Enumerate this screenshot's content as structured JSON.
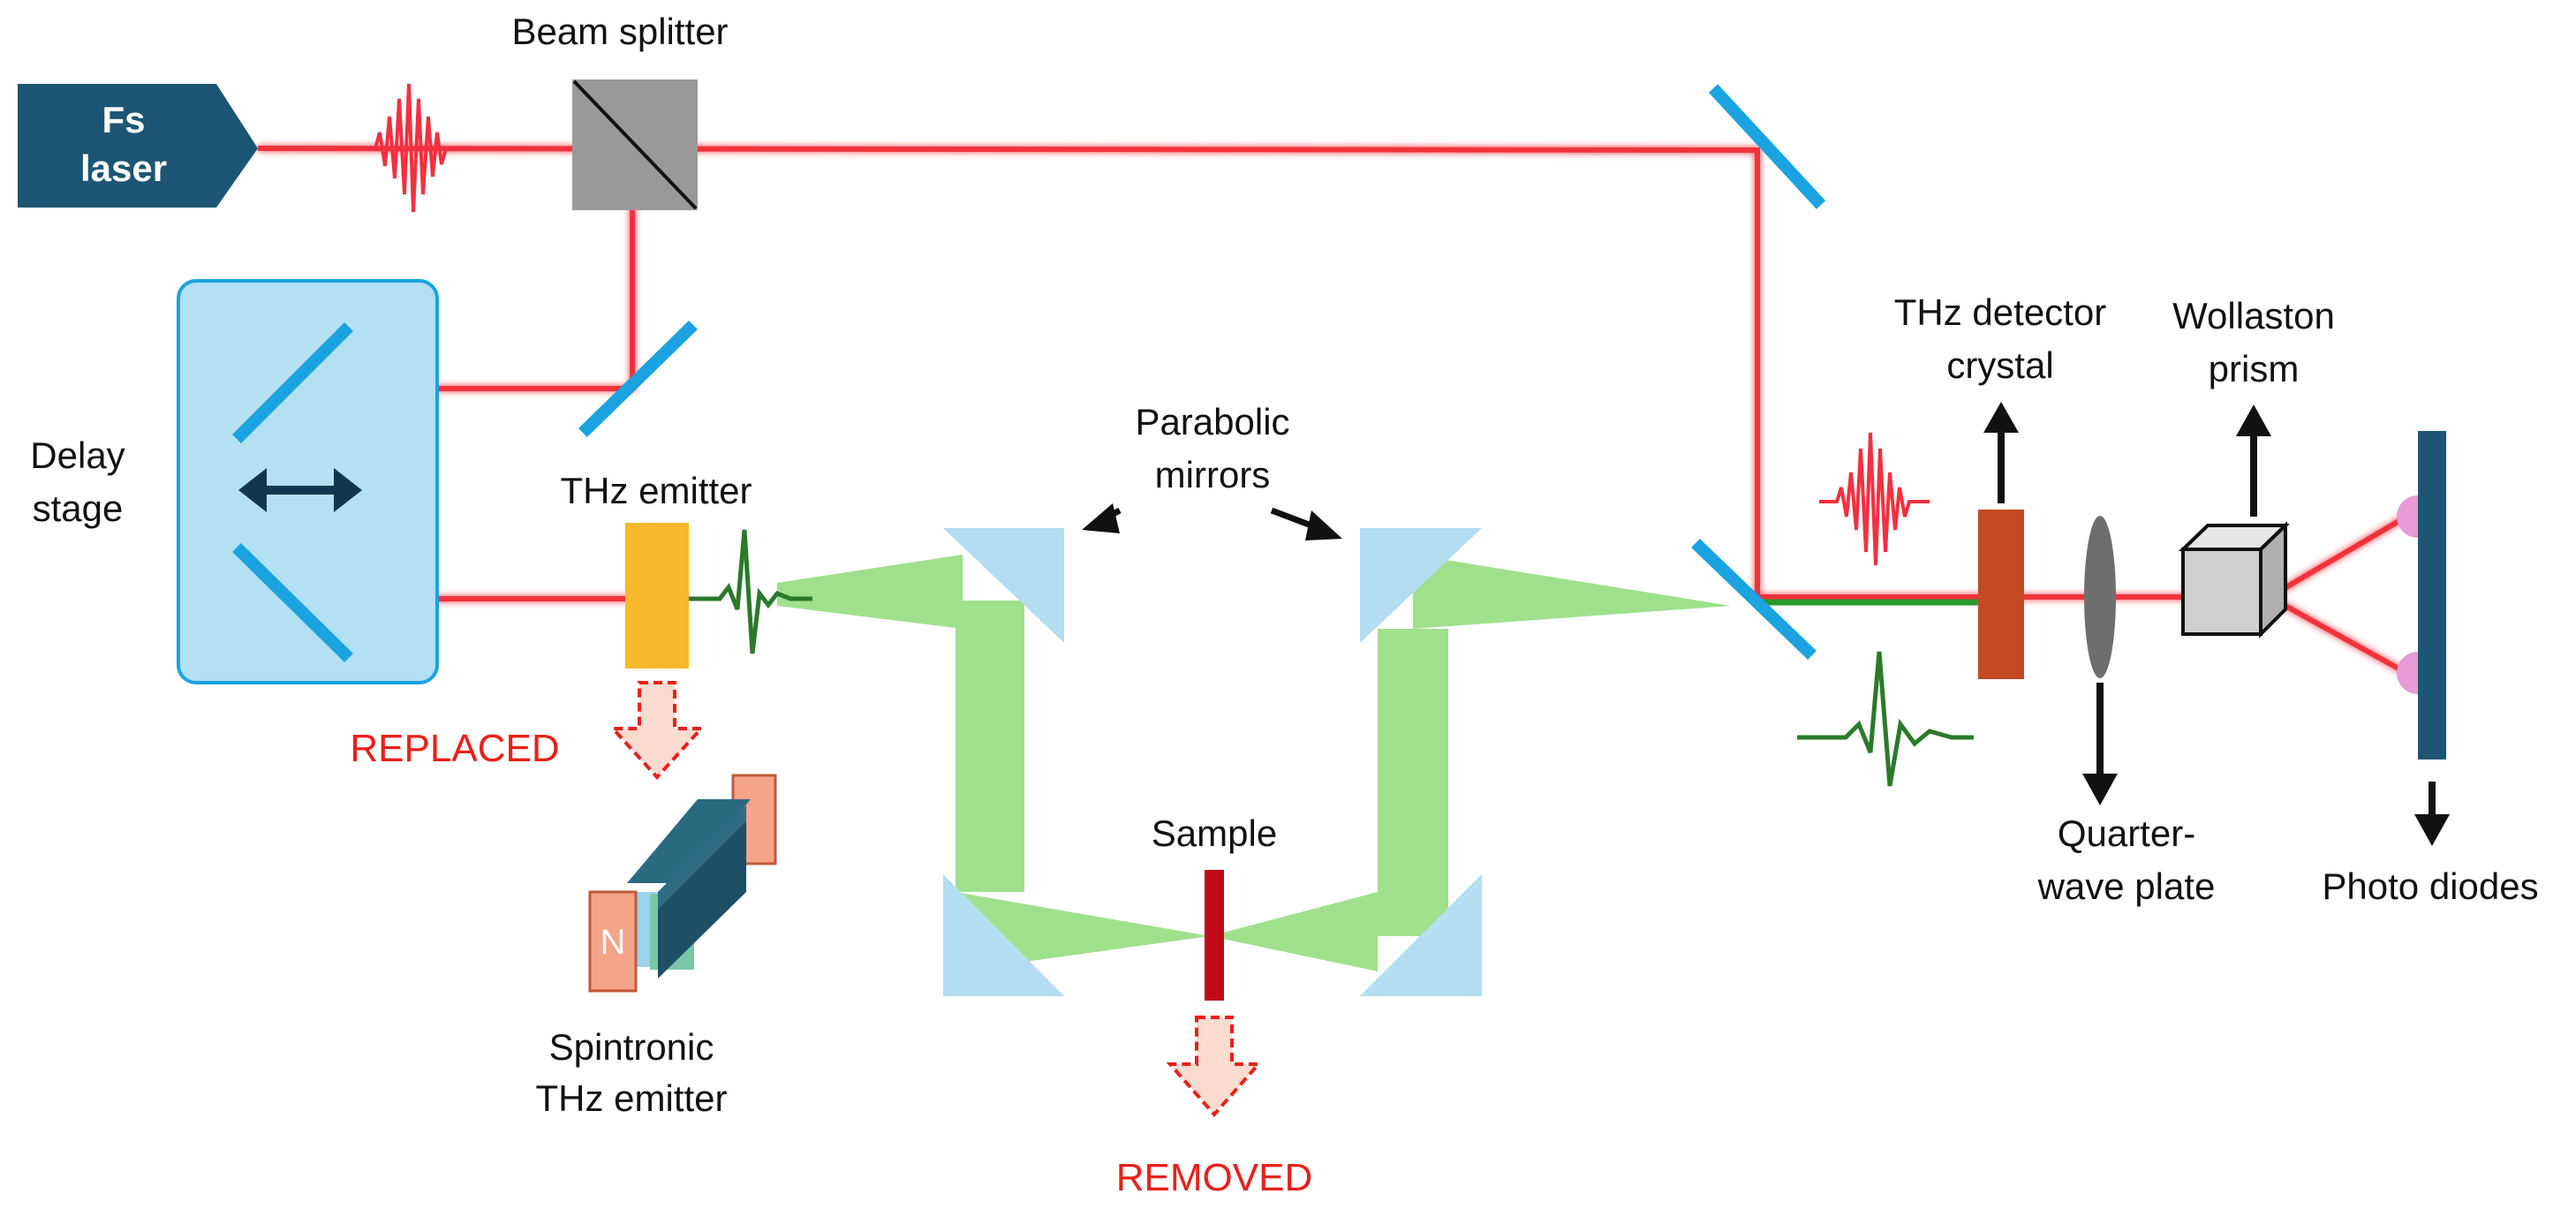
{
  "diagram": {
    "labels": {
      "fs_laser": [
        "Fs",
        "laser"
      ],
      "beam_splitter": "Beam splitter",
      "delay_stage": [
        "Delay",
        "stage"
      ],
      "thz_emitter": "THz emitter",
      "parabolic_mirrors": [
        "Parabolic",
        "mirrors"
      ],
      "replaced": "REPLACED",
      "spintronic": [
        "Spintronic",
        "THz emitter"
      ],
      "sample": "Sample",
      "removed": "REMOVED",
      "detector_crystal": [
        "THz detector",
        "crystal"
      ],
      "wollaston": [
        "Wollaston",
        "prism"
      ],
      "quarter_wave": [
        "Quarter-",
        "wave plate"
      ],
      "photo_diodes": "Photo diodes",
      "magnet_n": "N"
    },
    "colors": {
      "laser_beam": "#f2333b",
      "thz_beam": "#9fe08d",
      "mirror": "#1aa3e0",
      "parabolic_mirror": "#b3def1",
      "laser_box": "#1d5674",
      "delay_stage": "#b3e0f2",
      "emitter": "#f8b92c",
      "detector_crystal": "#c34a22",
      "sample": "#c00a1a",
      "thz_pulse": "#2a7a2a",
      "red_label": "#e8201a"
    }
  }
}
